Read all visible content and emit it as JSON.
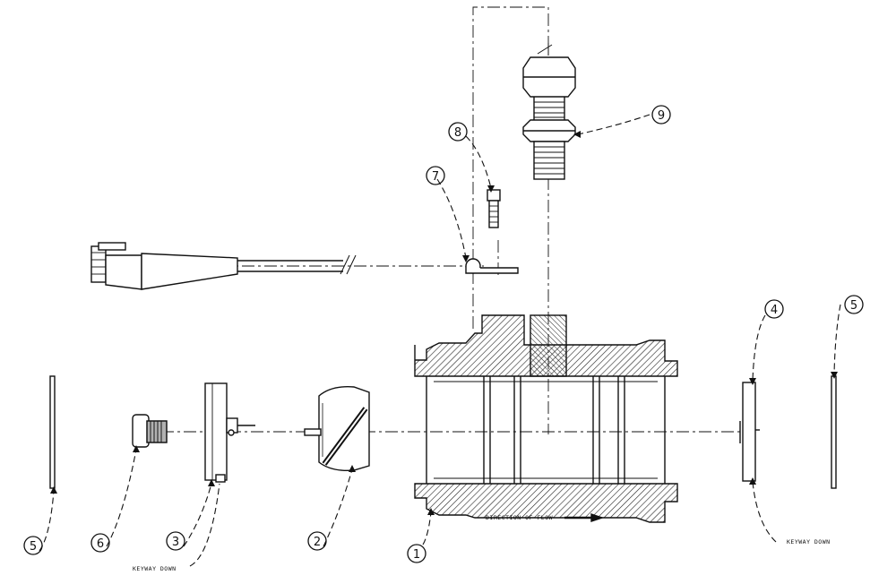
{
  "callouts": [
    "1",
    "2",
    "3",
    "4",
    "5",
    "6",
    "7",
    "8",
    "9"
  ],
  "notes": {
    "flow": "DIRECTION OF FLOW",
    "keyway_left": "KEYWAY DOWN",
    "keyway_right": "KEYWAY DOWN"
  },
  "colors": {
    "line": "#111111",
    "paper": "#ffffff"
  }
}
